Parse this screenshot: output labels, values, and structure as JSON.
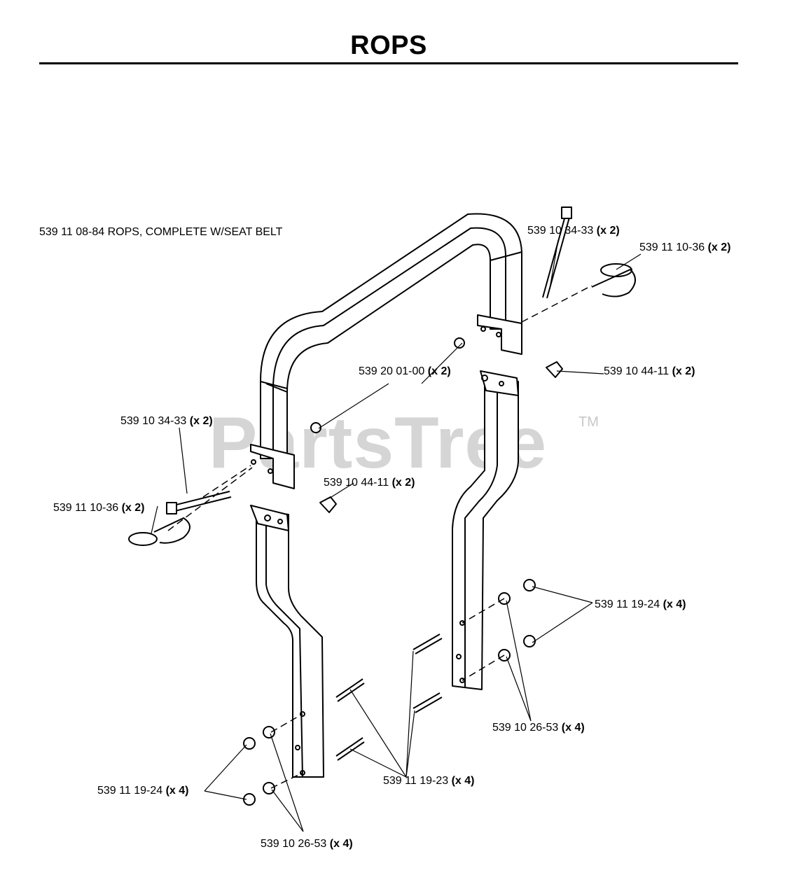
{
  "title": "ROPS",
  "watermark": "PartsTree",
  "watermark_tm": "TM",
  "labels": {
    "assembly": "539 11 08-84 ROPS, COMPLETE W/SEAT BELT",
    "bolt_top_right": {
      "pn": "539 10 34-33",
      "qty": "(x 2)"
    },
    "pin_top_right": {
      "pn": "539 11 10-36",
      "qty": "(x 2)"
    },
    "nut_center": {
      "pn": "539 20 01-00",
      "qty": "(x 2)"
    },
    "knob_right": {
      "pn": "539 10 44-11",
      "qty": "(x 2)"
    },
    "bolt_left": {
      "pn": "539 10 34-33",
      "qty": "(x 2)"
    },
    "knob_left": {
      "pn": "539 10 44-11",
      "qty": "(x 2)"
    },
    "pin_left": {
      "pn": "539 11 10-36",
      "qty": "(x 2)"
    },
    "nut_right_lower": {
      "pn": "539 11 19-24",
      "qty": "(x 4)"
    },
    "washer_right_lower": {
      "pn": "539 10 26-53",
      "qty": "(x 4)"
    },
    "bolt_center_lower": {
      "pn": "539 11 19-23",
      "qty": "(x 4)"
    },
    "nut_left_lower": {
      "pn": "539 11 19-24",
      "qty": "(x 4)"
    },
    "washer_left_lower": {
      "pn": "539 10 26-53",
      "qty": "(x 4)"
    }
  }
}
